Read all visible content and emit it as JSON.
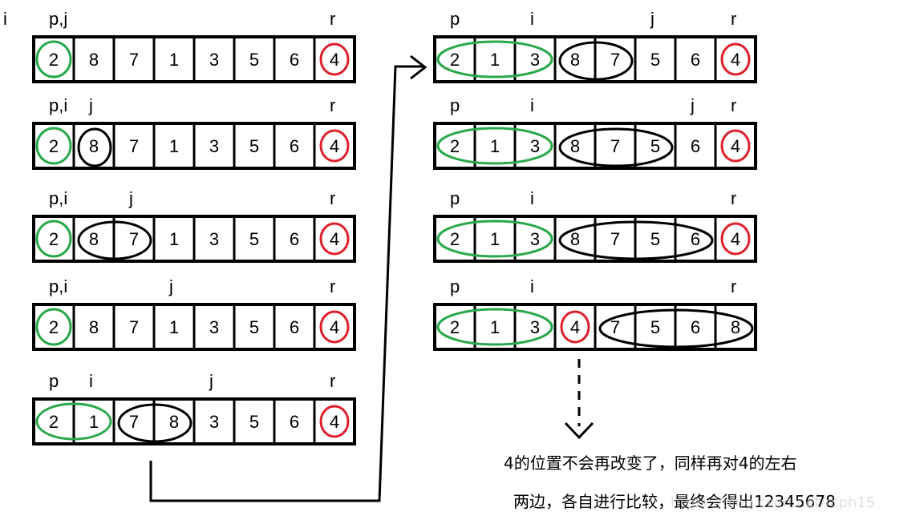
{
  "colors": {
    "pivot_circle": "#e0202a",
    "green_group": "#2aa84a",
    "black_group": "#000000",
    "line": "#000000"
  },
  "left_column": [
    {
      "pointers": [
        {
          "text": "i",
          "cell": -1
        },
        {
          "text": "p,j",
          "cell": 0
        },
        {
          "text": "r",
          "cell": 7
        }
      ],
      "cells": [
        "2",
        "8",
        "7",
        "1",
        "3",
        "5",
        "6",
        "4"
      ],
      "green_group": [
        0,
        0
      ],
      "black_group": null
    },
    {
      "pointers": [
        {
          "text": "p,i",
          "cell": 0
        },
        {
          "text": "j",
          "cell": 1
        },
        {
          "text": "r",
          "cell": 7
        }
      ],
      "cells": [
        "2",
        "8",
        "7",
        "1",
        "3",
        "5",
        "6",
        "4"
      ],
      "green_group": [
        0,
        0
      ],
      "black_group": [
        1,
        1
      ]
    },
    {
      "pointers": [
        {
          "text": "p,i",
          "cell": 0
        },
        {
          "text": "j",
          "cell": 2
        },
        {
          "text": "r",
          "cell": 7
        }
      ],
      "cells": [
        "2",
        "8",
        "7",
        "1",
        "3",
        "5",
        "6",
        "4"
      ],
      "green_group": [
        0,
        0
      ],
      "black_group": [
        1,
        2
      ]
    },
    {
      "pointers": [
        {
          "text": "p,i",
          "cell": 0
        },
        {
          "text": "j",
          "cell": 3
        },
        {
          "text": "r",
          "cell": 7
        }
      ],
      "cells": [
        "2",
        "8",
        "7",
        "1",
        "3",
        "5",
        "6",
        "4"
      ],
      "green_group": [
        0,
        0
      ],
      "black_group": null
    },
    {
      "pointers": [
        {
          "text": "p",
          "cell": 0
        },
        {
          "text": "i",
          "cell": 1
        },
        {
          "text": "j",
          "cell": 4
        },
        {
          "text": "r",
          "cell": 7
        }
      ],
      "cells": [
        "2",
        "1",
        "7",
        "8",
        "3",
        "5",
        "6",
        "4"
      ],
      "green_group": [
        0,
        1
      ],
      "black_group": [
        2,
        3
      ]
    }
  ],
  "right_column": [
    {
      "pointers": [
        {
          "text": "p",
          "cell": 0
        },
        {
          "text": "i",
          "cell": 2
        },
        {
          "text": "j",
          "cell": 5
        },
        {
          "text": "r",
          "cell": 7
        }
      ],
      "cells": [
        "2",
        "1",
        "3",
        "8",
        "7",
        "5",
        "6",
        "4"
      ],
      "green_group": [
        0,
        2
      ],
      "black_group": [
        3,
        4
      ]
    },
    {
      "pointers": [
        {
          "text": "p",
          "cell": 0
        },
        {
          "text": "i",
          "cell": 2
        },
        {
          "text": "j",
          "cell": 6
        },
        {
          "text": "r",
          "cell": 7
        }
      ],
      "cells": [
        "2",
        "1",
        "3",
        "8",
        "7",
        "5",
        "6",
        "4"
      ],
      "green_group": [
        0,
        2
      ],
      "black_group": [
        3,
        5
      ]
    },
    {
      "pointers": [
        {
          "text": "p",
          "cell": 0
        },
        {
          "text": "i",
          "cell": 2
        },
        {
          "text": "r",
          "cell": 7
        }
      ],
      "cells": [
        "2",
        "1",
        "3",
        "8",
        "7",
        "5",
        "6",
        "4"
      ],
      "green_group": [
        0,
        2
      ],
      "black_group": [
        3,
        6
      ]
    },
    {
      "pointers": [
        {
          "text": "p",
          "cell": 0
        },
        {
          "text": "i",
          "cell": 2
        },
        {
          "text": "r",
          "cell": 7
        }
      ],
      "cells": [
        "2",
        "1",
        "3",
        "4",
        "7",
        "5",
        "6",
        "8"
      ],
      "green_group": [
        0,
        2
      ],
      "black_group": [
        4,
        7
      ],
      "pivot_cell": 3
    }
  ],
  "note": {
    "line1": "4的位置不会再改变了，同样再对4的左右",
    "line2": "两边，各自进行比较，最终会得出12345678"
  },
  "watermark": "https://blog.csdn.net/rcph15"
}
